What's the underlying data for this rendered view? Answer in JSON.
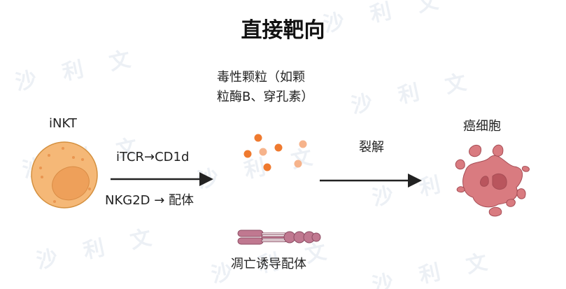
{
  "title": "直接靶向",
  "granules_label_line1": "毒性颗粒（如颗",
  "granules_label_line2": "粒酶B、穿孔素）",
  "inkt_label": "iNKT",
  "itcr_label": "iTCR→CD1d",
  "nkg2d_label": "NKG2D → 配体",
  "lysis_label": "裂解",
  "cancer_label": "癌细胞",
  "apoptosis_label": "凋亡诱导配体",
  "watermark": "沙 利 文",
  "colors": {
    "inkt_cell": "#f5b877",
    "granule_dark": "#ef7a2f",
    "granule_light": "#f6b38b",
    "cancer": "#d97b80",
    "ligand": "#c07890"
  }
}
